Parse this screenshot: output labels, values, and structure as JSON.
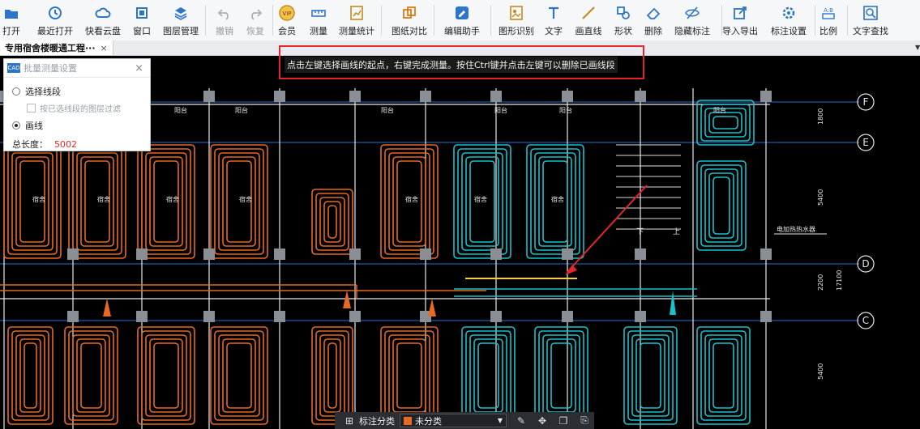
{
  "toolbar": {
    "items": [
      {
        "label": "打开",
        "icon": "folder-icon"
      },
      {
        "label": "最近打开",
        "icon": "history-icon"
      },
      {
        "label": "快看云盘",
        "icon": "cloud-icon"
      },
      {
        "label": "窗口",
        "icon": "window-icon"
      },
      {
        "label": "图层管理",
        "icon": "layers-icon"
      },
      {
        "label": "撤销",
        "icon": "undo-icon"
      },
      {
        "label": "恢复",
        "icon": "redo-icon"
      },
      {
        "label": "会员",
        "icon": "vip-icon"
      },
      {
        "label": "测量",
        "icon": "measure-icon"
      },
      {
        "label": "测量统计",
        "icon": "measure-stats-icon"
      },
      {
        "label": "图纸对比",
        "icon": "compare-icon"
      },
      {
        "label": "编辑助手",
        "icon": "edit-assistant-icon"
      },
      {
        "label": "图形识别",
        "icon": "shape-recognize-icon"
      },
      {
        "label": "文字",
        "icon": "text-icon"
      },
      {
        "label": "画直线",
        "icon": "line-icon"
      },
      {
        "label": "形状",
        "icon": "shape-icon"
      },
      {
        "label": "删除",
        "icon": "eraser-icon"
      },
      {
        "label": "隐藏标注",
        "icon": "hide-annotation-icon"
      },
      {
        "label": "导入导出",
        "icon": "import-export-icon"
      },
      {
        "label": "标注设置",
        "icon": "annotation-settings-icon"
      },
      {
        "label": "比例",
        "icon": "scale-icon"
      },
      {
        "label": "文字查找",
        "icon": "text-search-icon"
      }
    ]
  },
  "tab": {
    "title": "专用宿舍楼暖通工程···",
    "close": "×"
  },
  "hint": {
    "text": "点击左键选择画线的起点，右键完成测量。按住Ctrl键并点击左键可以删除已画线段"
  },
  "panel": {
    "title": "批量测量设置",
    "icon_text": "CAD",
    "close": "×",
    "option_segment": "选择线段",
    "filter_label": "按已选线段的图层过滤",
    "option_draw": "画线",
    "total_label": "总长度：",
    "total_value": "5002"
  },
  "drawing": {
    "axis_labels": [
      "F",
      "E",
      "D",
      "C"
    ],
    "dims": [
      "1800",
      "5400",
      "2200",
      "17100",
      "5400"
    ],
    "room_labels": [
      "宿舍",
      "宿舍",
      "宿舍",
      "宿舍",
      "宿舍",
      "宿舍",
      "宿舍",
      "阳台",
      "阳台",
      "阳台",
      "阳台",
      "阳台",
      "阳台"
    ],
    "stair_labels": [
      "下",
      "上"
    ],
    "equipment_label": "电加热热水器",
    "colors": {
      "heating_loop": "#e8691f",
      "cold_loop": "#18c1cc",
      "wall": "#ffffff",
      "column": "#8a8f96",
      "measure_line": "#ffd21a",
      "arrow": "#e2262b"
    }
  },
  "status": {
    "label": "标注分类",
    "category": "未分类"
  },
  "colors": {
    "accent": "#2e75c7",
    "highlight": "#e2262b",
    "status_bg": "#2b2e33"
  }
}
